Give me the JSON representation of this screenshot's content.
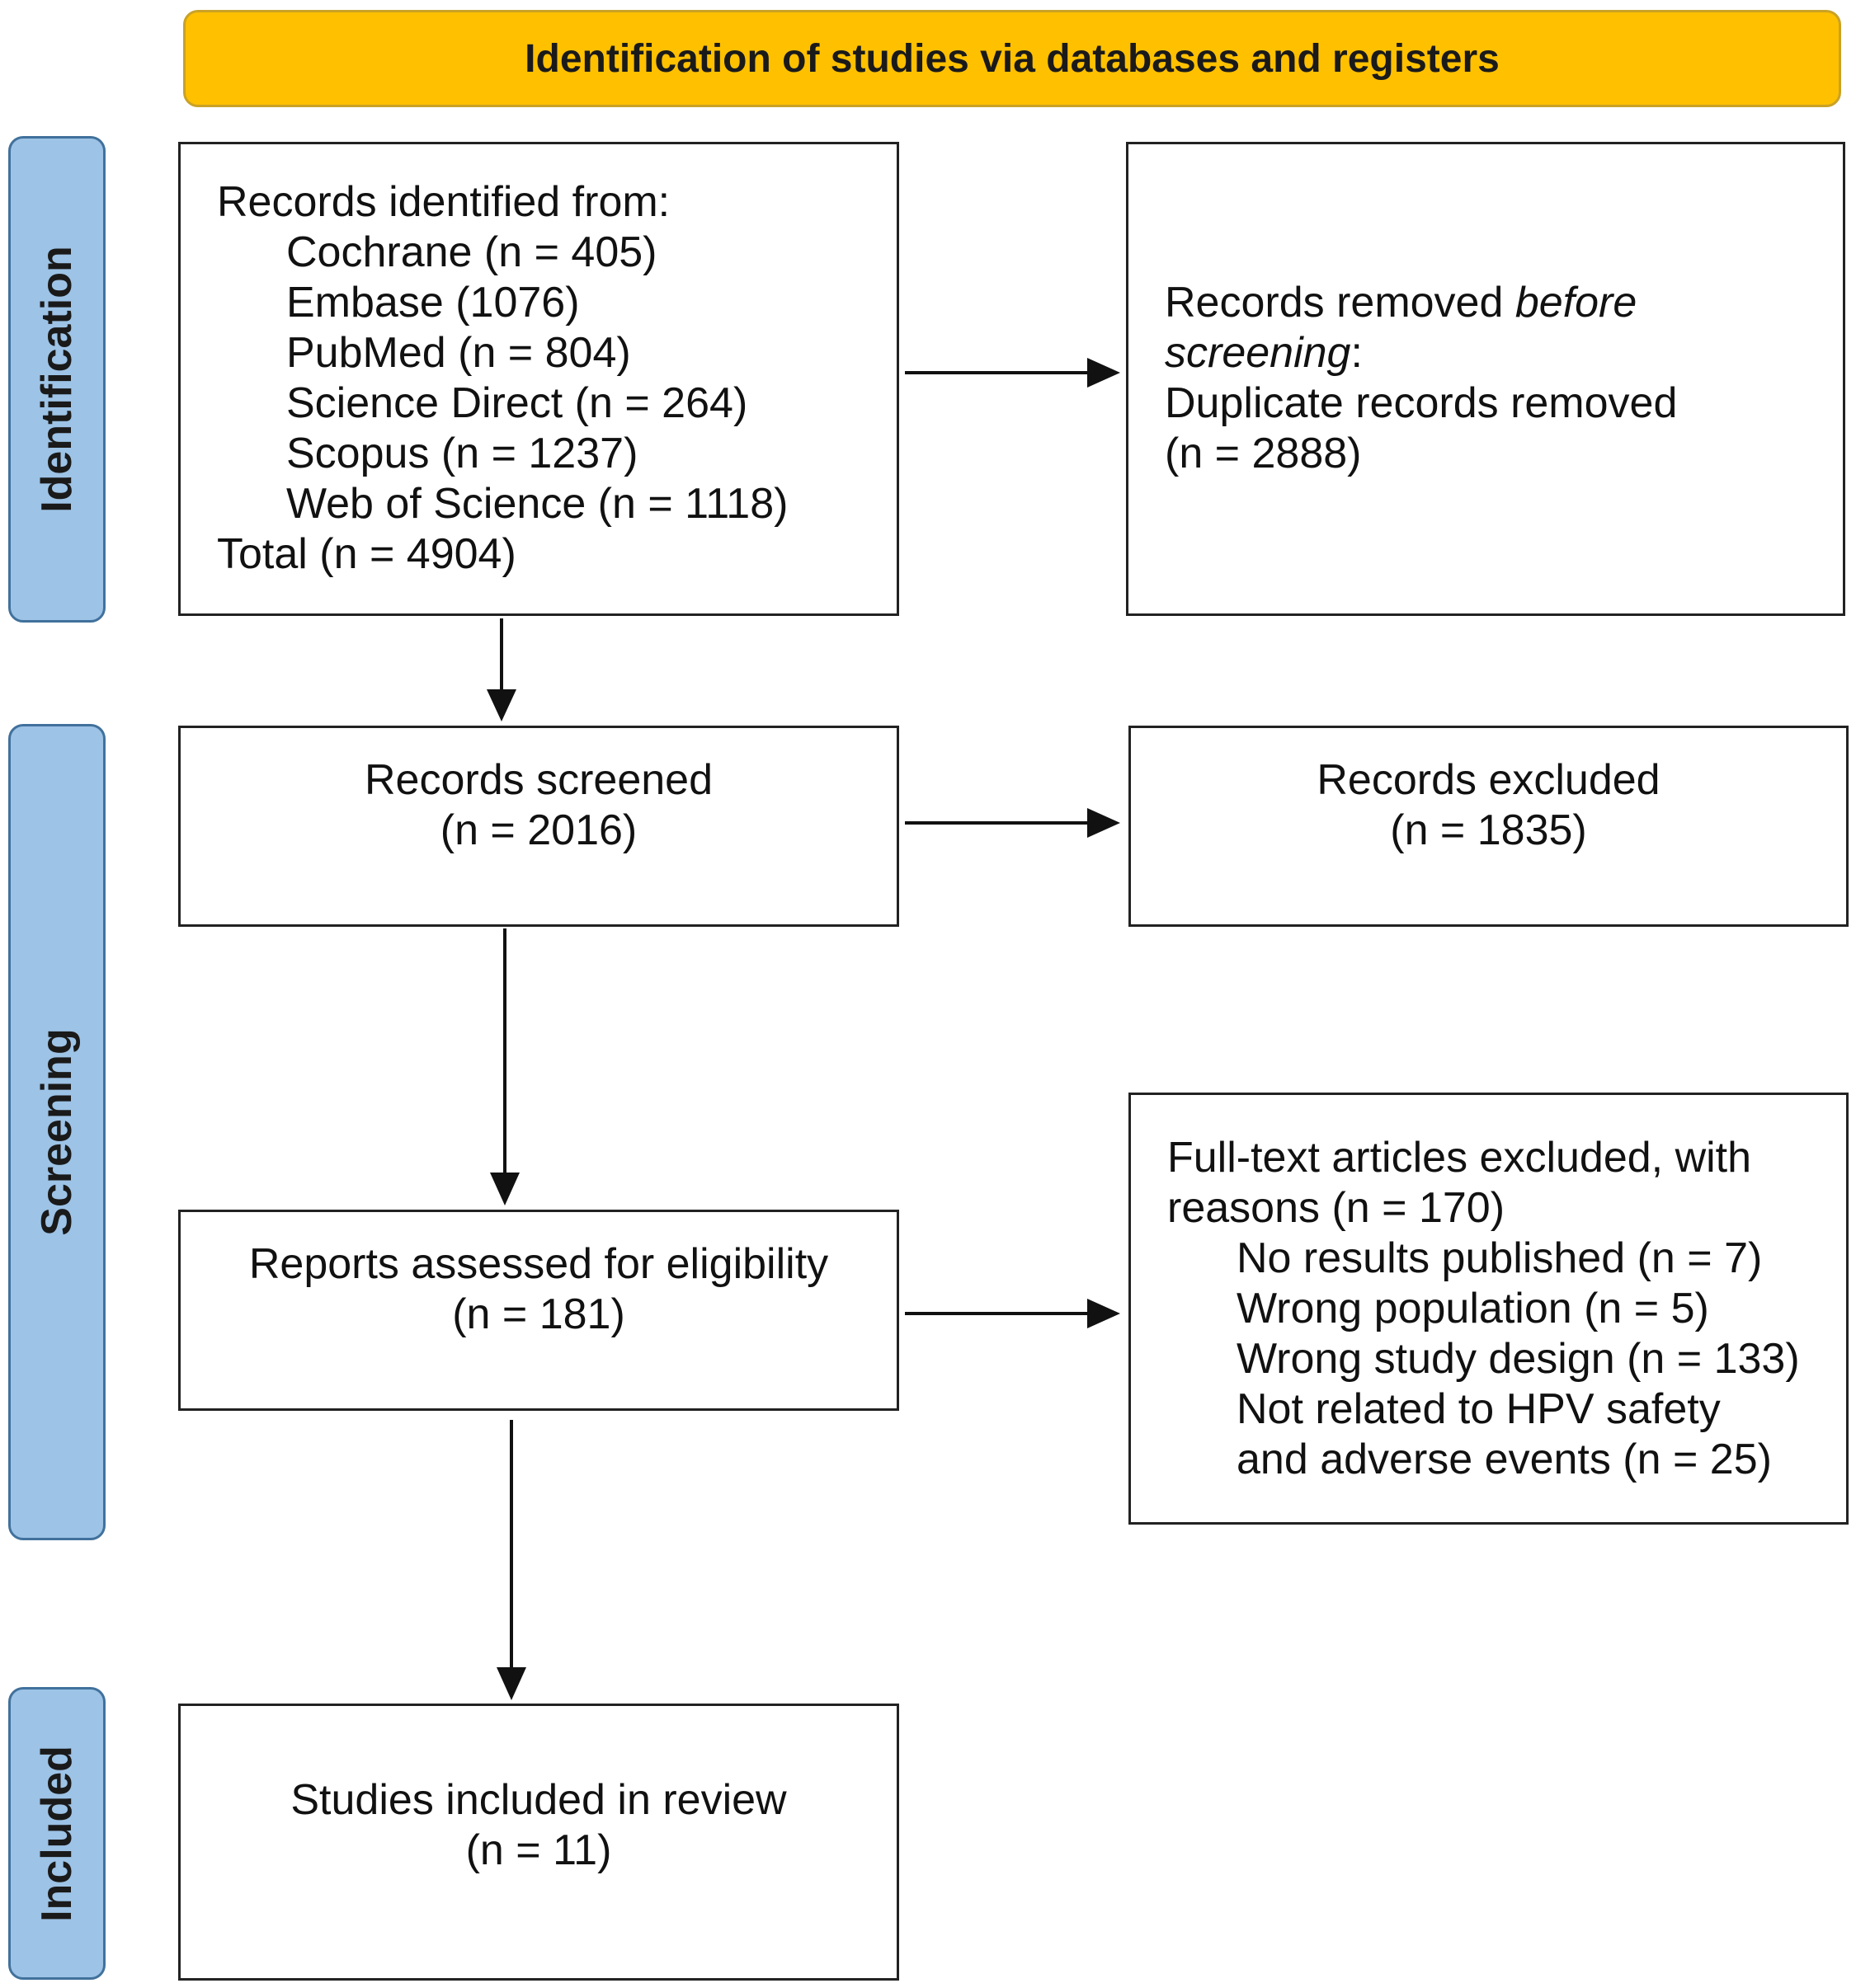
{
  "header": {
    "title": "Identification of studies via databases and registers"
  },
  "phases": {
    "identification": "Identification",
    "screening": "Screening",
    "included": "Included"
  },
  "records_identified": {
    "heading": "Records identified from:",
    "sources": [
      "Cochrane (n = 405)",
      "Embase (1076)",
      "PubMed (n = 804)",
      "Science Direct (n = 264)",
      "Scopus (n = 1237)",
      "Web of Science (n = 1118)"
    ],
    "total": "Total (n = 4904)"
  },
  "records_removed": {
    "prefix": "Records removed ",
    "emph1": "before",
    "emph2": "screening",
    "colon": ":",
    "line3": "Duplicate records removed",
    "line4": "(n = 2888)"
  },
  "records_screened": {
    "label": "Records screened",
    "count": "(n = 2016)"
  },
  "records_excluded": {
    "label": "Records excluded",
    "count": "(n = 1835)"
  },
  "reports_assessed": {
    "label": "Reports assessed for eligibility",
    "count": "(n = 181)"
  },
  "fulltext_excluded": {
    "line1": "Full-text articles excluded, with",
    "line2": "reasons (n = 170)",
    "reasons": [
      "No results published (n = 7)",
      "Wrong population (n = 5)",
      "Wrong study design (n = 133)",
      "Not related to HPV safety",
      "and adverse events (n = 25)"
    ]
  },
  "studies_included": {
    "label": "Studies included in review",
    "count": "(n = 11)"
  }
}
